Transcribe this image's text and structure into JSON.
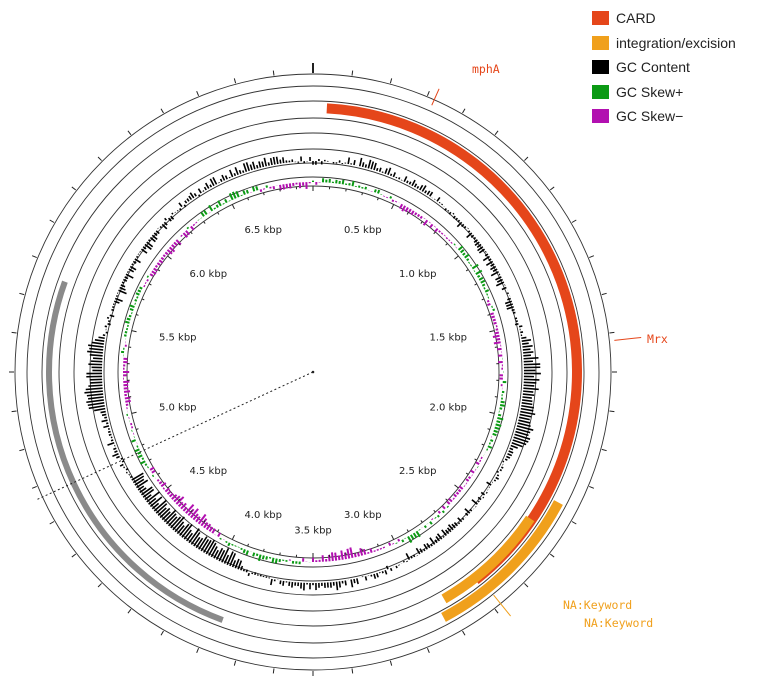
{
  "legend": [
    {
      "label": "CARD",
      "color": "#e5461a"
    },
    {
      "label": "integration/excision",
      "color": "#f0a01c"
    },
    {
      "label": "GC Content",
      "color": "#000000"
    },
    {
      "label": "GC Skew+",
      "color": "#0b9a14"
    },
    {
      "label": "GC Skew−",
      "color": "#b210b0"
    }
  ],
  "genome": {
    "length_kbp": 7.0,
    "scale_labels": [
      "0.5 kbp",
      "1.0 kbp",
      "1.5 kbp",
      "2.0 kbp",
      "2.5 kbp",
      "3.0 kbp",
      "3.5 kbp",
      "4.0 kbp",
      "4.5 kbp",
      "5.0 kbp",
      "5.5 kbp",
      "6.0 kbp",
      "6.5 kbp"
    ]
  },
  "annotations": [
    {
      "label": "mphA",
      "color": "#e5461a"
    },
    {
      "label": "Mrx",
      "color": "#e5461a"
    },
    {
      "label": "NA:Keyword",
      "color": "#f0a01c"
    },
    {
      "label": "NA:Keyword",
      "color": "#f0a01c"
    }
  ]
}
